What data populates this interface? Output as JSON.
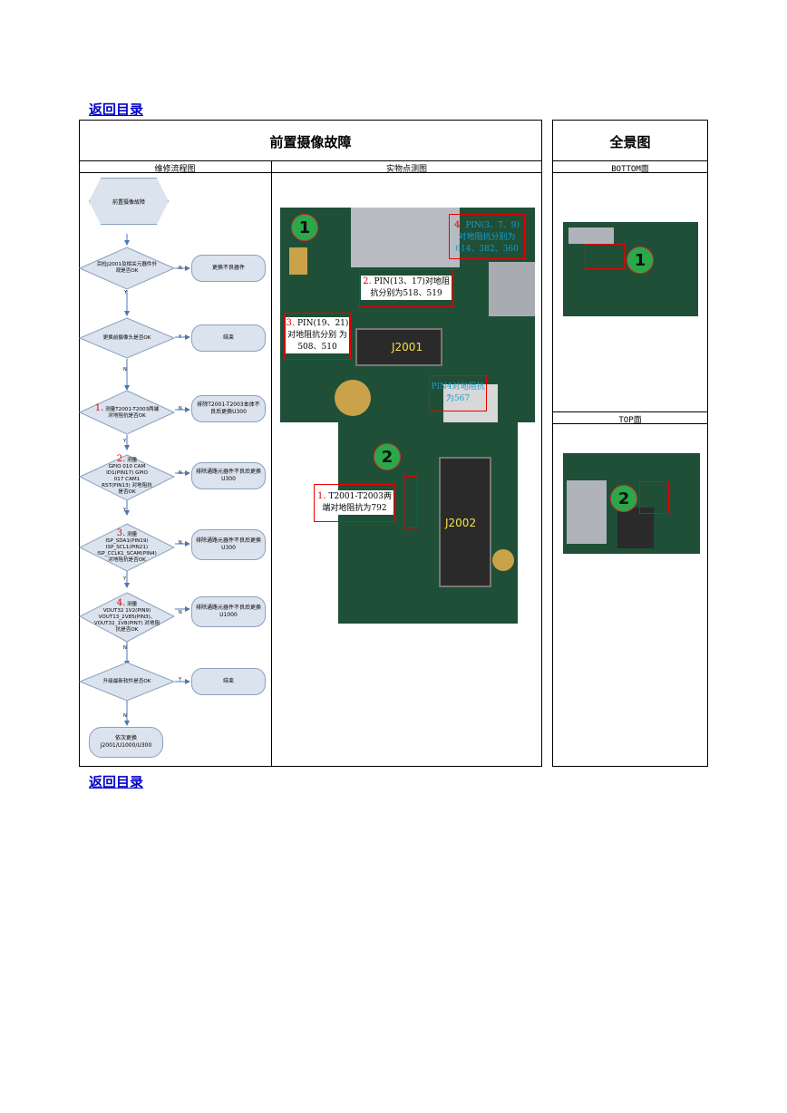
{
  "nav": {
    "back_top": "返回目录",
    "back_bottom": "返回目录"
  },
  "table": {
    "title": "前置摄像故障",
    "col_flow": "维修流程图",
    "col_photo": "实物点测图",
    "panorama_title": "全景图",
    "bottom_label": "BOTTOM面",
    "top_label": "TOP面"
  },
  "flow": {
    "start": "前置摄像故障",
    "d1": "目检J2001及相关元器件外观是否OK",
    "r1": "更换不良器件",
    "d2": "更换前摄像头是否OK",
    "r2": "结束",
    "d3_num": "1.",
    "d3": "测量T2001-T2003两端对地阻抗是否OK",
    "r3": "排除T2001-T2003本体不良后更换U300",
    "d4_num": "2.",
    "d4_head": "测量",
    "d4": "GPIO 010 CAM ID1(PIN17) GPIO 017 CAM1 RST(PIN13) 对地阻抗是否OK",
    "r4": "排除通路元器件不良后更换U300",
    "d5_num": "3.",
    "d5_head": "测量",
    "d5": "ISP_SDA1(PIN19) ISP_SCL1(PIN21) ISP_CCLK1_SCAM(PIN4) 对地阻抗是否OK",
    "r5": "排除通路元器件不良后更换U300",
    "d6_num": "4.",
    "d6_head": "测量",
    "d6": "VOUT32 1V2(PIN9) VOUT13_2V85(PIN3)、VOUT32_1V8(PIN7) 对地阻抗是否OK",
    "r6": "排除通路元器件不良后更换U1000",
    "d7": "升级最新软件是否OK",
    "r7": "结束",
    "end": "依次更换J2001/U1000/U300",
    "yes": "Y",
    "no": "N"
  },
  "photo": {
    "circle1": "1",
    "circle2": "2",
    "ann4_num": "4.",
    "ann4": "PIN(3、7、9) 对地阻抗分别为 614、382、360",
    "ann2_num": "2.",
    "ann2": "PIN(13、17)对地阻抗分别为518、519",
    "ann3_num": "3.",
    "ann3": "PIN(19、21) 对地阻抗分别 为508、510",
    "ann_pin4": "PIN4对地阻抗为567",
    "j2001": "J2001",
    "j2002": "J2002",
    "ann1_num": "1.",
    "ann1": "T2001-T2003两端对地阻抗为792"
  },
  "colors": {
    "red": "#dd0000",
    "pcb_green": "#1f4f36",
    "flow_fill": "#dbe3ee",
    "link": "#0000cc"
  }
}
